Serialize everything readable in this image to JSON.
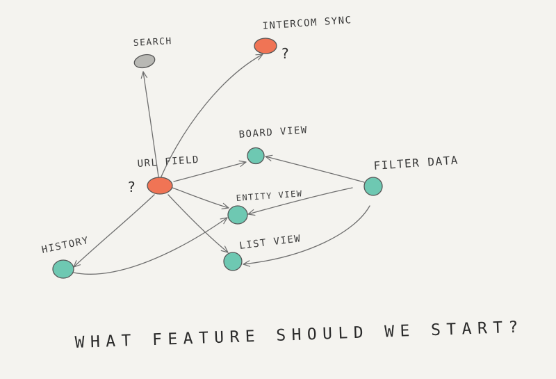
{
  "diagram": {
    "colors": {
      "background": "#f4f3ef",
      "teal": "#6ec8b2",
      "orange": "#f07455",
      "gray": "#b8b8b4",
      "stroke": "#555555",
      "edge": "#6f6f6f"
    },
    "nodes": {
      "search": {
        "label": "SEARCH",
        "color": "gray"
      },
      "intercom_sync": {
        "label": "INTERCOM SYNC",
        "color": "orange",
        "question": "?"
      },
      "board_view": {
        "label": "BOARD VIEW",
        "color": "teal"
      },
      "url_field": {
        "label": "URL FIELD",
        "color": "orange",
        "question": "?"
      },
      "filter_data": {
        "label": "FILTER DATA",
        "color": "teal"
      },
      "entity_view": {
        "label": "ENTITY VIEW",
        "color": "teal"
      },
      "history": {
        "label": "HISTORY",
        "color": "teal"
      },
      "list_view": {
        "label": "LIST VIEW",
        "color": "teal"
      }
    },
    "edges": [
      {
        "from": "url_field",
        "to": "search"
      },
      {
        "from": "url_field",
        "to": "intercom_sync"
      },
      {
        "from": "url_field",
        "to": "board_view"
      },
      {
        "from": "url_field",
        "to": "entity_view"
      },
      {
        "from": "url_field",
        "to": "list_view"
      },
      {
        "from": "url_field",
        "to": "history"
      },
      {
        "from": "filter_data",
        "to": "board_view"
      },
      {
        "from": "filter_data",
        "to": "entity_view"
      },
      {
        "from": "filter_data",
        "to": "list_view"
      },
      {
        "from": "history",
        "to": "entity_view"
      }
    ],
    "question": "WHAT FEATURE SHOULD WE START?"
  }
}
